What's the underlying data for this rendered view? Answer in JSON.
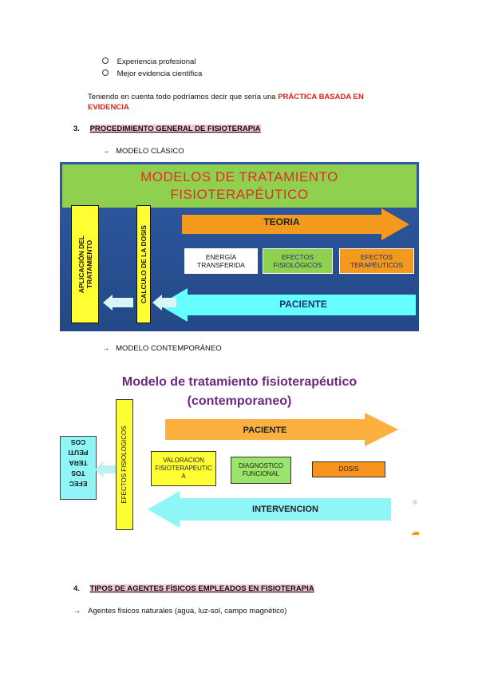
{
  "bullets": [
    "Experiencia profesional",
    "Mejor evidencia científica"
  ],
  "paragraph": {
    "prefix": "Teniendo en cuenta todo podríamos decir que sería una ",
    "emph_line1": "PRÁCTICA BASADA EN",
    "emph_line2": "EVIDENCIA"
  },
  "section3": {
    "num": "3.",
    "title": "PROCEDIMIENTO GENERAL DE FISIOTERAPIA"
  },
  "arrow_glyph": "→",
  "model_clasico_label": "MODELO CLÁSICO",
  "diagram1": {
    "title_line1": "MODELOS DE TRATAMIENTO",
    "title_line2": "FISIOTERAPÉUTICO",
    "teoria": "TEORIA",
    "paciente": "PACIENTE",
    "vbox1": [
      "APLICACIÓN DEL",
      "TRATAMIENTO"
    ],
    "vbox2": "CALCULO DE LA DOSIS",
    "box_energia": [
      "ENERGÍA",
      "TRANSFERIDA"
    ],
    "box_fisio": [
      "EFECTOS",
      "FISIOLÓGICOS"
    ],
    "box_terap": [
      "EFECTOS",
      "TERAPÉUTICOS"
    ],
    "colors": {
      "bg": "#2a4e93",
      "green": "#8fd14f",
      "yellow": "#ffff33",
      "cyan": "#66ffff",
      "orange": "#f39a1e",
      "red": "#e8292a"
    }
  },
  "model_contemporaneo_label": "MODELO CONTEMPORÁNEO",
  "diagram2": {
    "title_line1": "Modelo de tratamiento fisioterapéutico",
    "title_line2": "(contemporaneo)",
    "paciente": "PACIENTE",
    "intervencion": "INTERVENCION",
    "vbox": "EFECTOS FISIOLOGICOS",
    "mirrored": [
      "EFEC",
      "TOS",
      "TERA",
      "PEUTI",
      "COS"
    ],
    "box_valoracion": [
      "VALORACION",
      "FISIOTERAPEUTIC",
      "A"
    ],
    "box_diagnostico": [
      "DIAGNOSTICO",
      "FUNCIONAL"
    ],
    "box_dosis": "DOSIS",
    "colors": {
      "title": "#6b2a80",
      "orange": "#fbb040",
      "yellow": "#ffff33",
      "green": "#9be36b",
      "dosis": "#f7941d",
      "cyan": "#8ff5f7"
    }
  },
  "section4": {
    "num": "4.",
    "title": "TIPOS DE AGENTES FÍSICOS EMPLEADOS EN FISIOTERAPIA"
  },
  "agentes_label": "Agentes físicos naturales (agua, luz-sol, campo magnético)"
}
